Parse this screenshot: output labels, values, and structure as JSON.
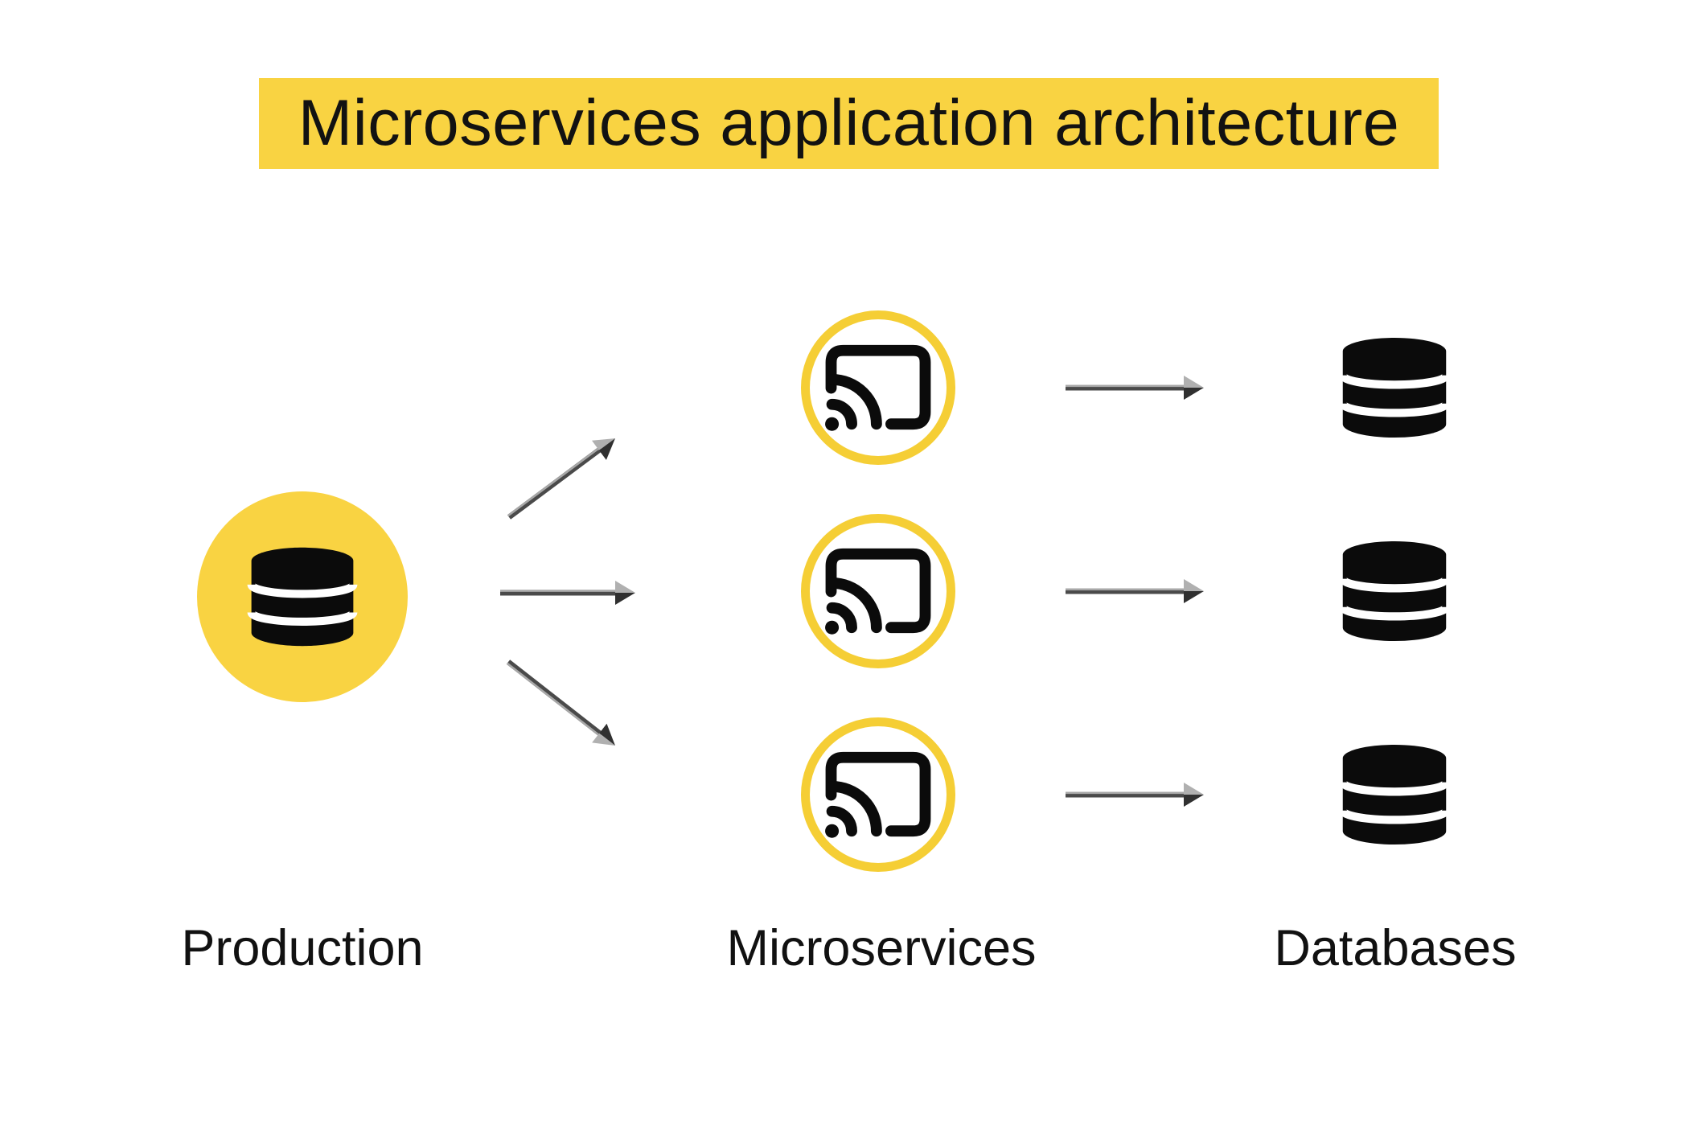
{
  "title": "Microservices application architecture",
  "columns": [
    {
      "id": "production",
      "label": "Production",
      "node_count": 1,
      "icon": "database-icon"
    },
    {
      "id": "microservices",
      "label": "Microservices",
      "node_count": 3,
      "icon": "cast-icon"
    },
    {
      "id": "databases",
      "label": "Databases",
      "node_count": 3,
      "icon": "database-icon"
    }
  ],
  "connections": [
    {
      "from": "production",
      "to": "microservice-1"
    },
    {
      "from": "production",
      "to": "microservice-2"
    },
    {
      "from": "production",
      "to": "microservice-3"
    },
    {
      "from": "microservice-1",
      "to": "database-1"
    },
    {
      "from": "microservice-2",
      "to": "database-2"
    },
    {
      "from": "microservice-3",
      "to": "database-3"
    }
  ],
  "colors": {
    "background": "#FFFFFF",
    "highlight_yellow": "#F9D342",
    "ring_yellow": "#F5CE35",
    "icon_black": "#0B0B0B",
    "arrow_gray_dark": "#4A4A4A",
    "arrow_gray_light": "#A8A8A8",
    "text_black": "#121212"
  }
}
